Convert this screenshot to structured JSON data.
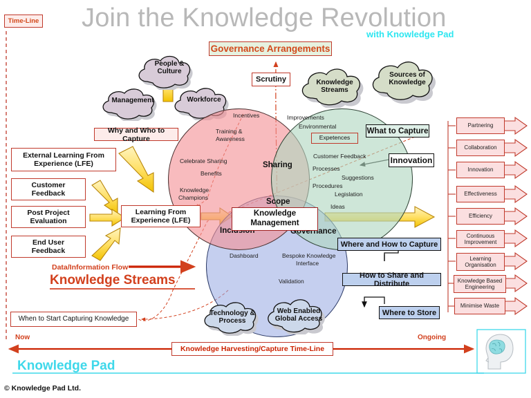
{
  "title": "Join the Knowledge Revolution",
  "subtitle": "with Knowledge Pad",
  "timeline_tag": "Time-Line",
  "governance_arrangements": "Governance Arrangements",
  "scrutiny": "Scrutiny",
  "why_who_capture": "Why and Who to Capture",
  "what_to_capture": "What to Capture",
  "innovation": "Innovation",
  "where_and_how_to_capture": "Where and How to Capture",
  "how_to_share_distribute": "How  to Share and Distribute",
  "where_to_store": "Where to Store",
  "when_to_start": "When to Start Capturing Knowledge",
  "harvest_timeline": "Knowledge Harvesting/Capture Time-Line",
  "now_label": "Now",
  "ongoing_label": "Ongoing",
  "data_info_flow": "Data/Information Flow",
  "knowledge_streams_big": "Knowledge Streams",
  "knowledge_pad_big": "Knowledge Pad",
  "copyright": "© Knowledge Pad Ltd.",
  "center_box": "Knowledge\nManagement",
  "center_box_line1": "Knowledge",
  "center_box_line2": "Management",
  "inputs": [
    {
      "label_line1": "External Learning From",
      "label_line2": "Experience (LFE)"
    },
    {
      "label_line1": "Customer",
      "label_line2": "Feedback"
    },
    {
      "label_line1": "Post Project",
      "label_line2": "Evaluation"
    },
    {
      "label_line1": "End User",
      "label_line2": "Feedback"
    }
  ],
  "lfe_hub": {
    "label_line1": "Learning From",
    "label_line2": "Experience (LFE)"
  },
  "clouds_top_left": [
    {
      "label_line1": "People &",
      "label_line2": "Culture"
    },
    {
      "label_line1": "Management",
      "label_line2": ""
    },
    {
      "label_line1": "Workforce",
      "label_line2": ""
    }
  ],
  "clouds_top_right": [
    {
      "label_line1": "Knowledge",
      "label_line2": "Streams"
    },
    {
      "label_line1": "Sources of",
      "label_line2": "Knowledge"
    }
  ],
  "clouds_bottom": [
    {
      "label_line1": "Technology &",
      "label_line2": "Process"
    },
    {
      "label_line1": "Web Enabled",
      "label_line2": "Global Access"
    }
  ],
  "venn": {
    "overlap_top": "Sharing",
    "overlap_center": "Scope",
    "overlap_left": "Inclusion",
    "overlap_right": "Governance",
    "people_circle_items": [
      "Incentives",
      "Training &",
      "Awareness",
      "Celebrate Sharing",
      "Benefits",
      "Knowledge",
      "Champions"
    ],
    "knowledge_circle_items": [
      "Improvements",
      "Environmental",
      "Customer Feedback",
      "Processes",
      "Suggestions",
      "Procedures",
      "Legislation",
      "Ideas"
    ],
    "knowledge_circle_boxed": "Expetences",
    "tech_circle_items": [
      "Dashboard",
      "Bespoke Knowledge",
      "Interface",
      "Validation"
    ]
  },
  "outcomes": [
    {
      "line1": "Partnering",
      "line2": ""
    },
    {
      "line1": "Collaboration",
      "line2": ""
    },
    {
      "line1": "Innovation",
      "line2": ""
    },
    {
      "line1": "Effectiveness",
      "line2": ""
    },
    {
      "line1": "Efficiency",
      "line2": ""
    },
    {
      "line1": "Continuous",
      "line2": "Improvement"
    },
    {
      "line1": "Learning",
      "line2": "Organisation"
    },
    {
      "line1": "Knowledge Based",
      "line2": "Engineering"
    },
    {
      "line1": "Minimise Waste",
      "line2": ""
    }
  ],
  "colors": {
    "title_gray": "#b8b8b8",
    "cyan": "#3fd8ea",
    "red": "#c0392b",
    "orange_red": "#d2401d",
    "people_circle": "#f49196",
    "knowledge_circle": "#b0d6c0",
    "tech_circle": "#96a8e2",
    "yellow_arrow": "#ffe680",
    "blue_box": "#bdd0ee",
    "outcome_pink": "#fbdfe0"
  },
  "icons": {
    "brain": "brain-head-icon",
    "arrow_right": "arrow-right-icon",
    "arrow_up": "arrow-up-icon"
  }
}
